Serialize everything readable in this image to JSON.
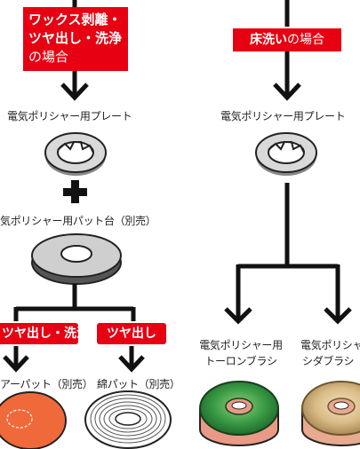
{
  "left_column": {
    "header_line1": "ワックス剥離・",
    "header_line2": "ツヤ出し・洗浄",
    "header_suffix": "の場合",
    "plate_label": "電気ポリシャー用プレート",
    "pad_base_label": "気ポリシャー用パット台（別売）",
    "badge_left": "ツヤ出し・洗浄",
    "badge_right": "ツヤ出し",
    "pad_left_label": "アーパット（別売）",
    "pad_right_label": "綿パット（別売）"
  },
  "right_column": {
    "header_bold": "床洗い",
    "header_suffix": "の場合",
    "plate_label": "電気ポリシャー用プレート",
    "brush_left_line1": "電気ポリシャー用",
    "brush_left_line2": "トーロンブラシ",
    "brush_right_line1": "電気ポリシャ",
    "brush_right_line2": "シダブラシ（"
  },
  "plus_symbol": "+",
  "colors": {
    "accent_red": "#e60012",
    "arrow": "#111111",
    "plate_gray": "#d9d9d9",
    "pad_orange": "#f0693a",
    "brush_green": "#2e8b3e",
    "brush_tan": "#d8bb8a",
    "brush_base": "#e89a86"
  }
}
